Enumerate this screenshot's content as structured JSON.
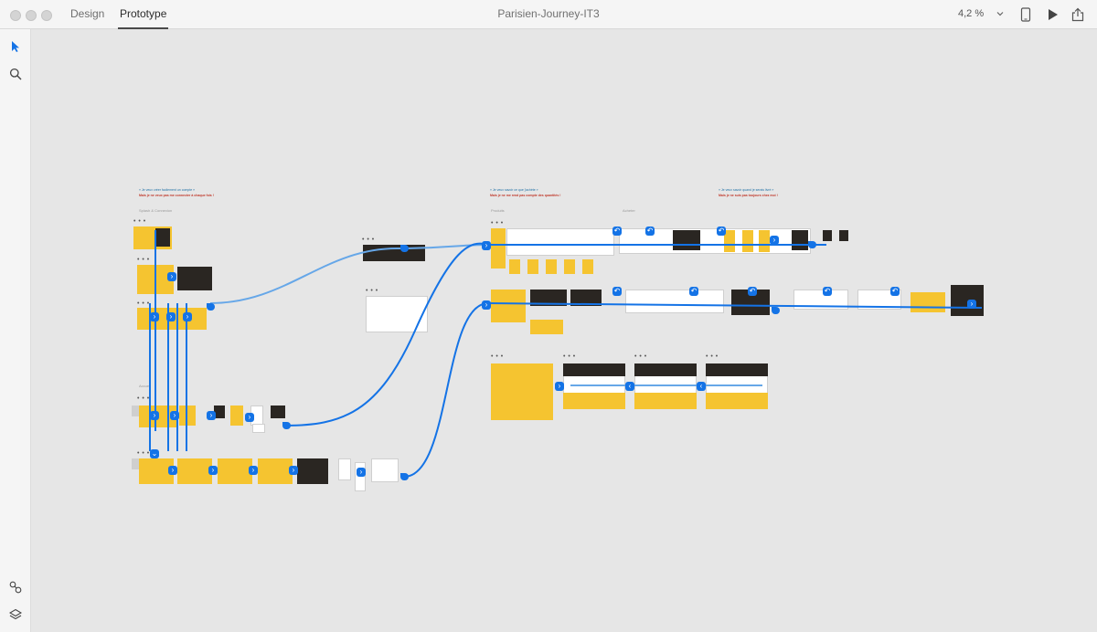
{
  "window": {
    "title": "Parisien-Journey-IT3",
    "tabs": [
      {
        "label": "Design",
        "active": false
      },
      {
        "label": "Prototype",
        "active": true
      }
    ],
    "zoom": "4,2 %"
  },
  "toolbar": {
    "right_icons": [
      "device-preview-icon",
      "play-icon",
      "share-icon"
    ]
  },
  "left_tools": {
    "top": [
      "select-arrow-icon",
      "zoom-search-icon"
    ],
    "bottom": [
      "plugins-icon",
      "layers-icon"
    ]
  },
  "canvas": {
    "groups": [
      {
        "label": "Splash & Connexion"
      },
      {
        "label": "Accueil"
      },
      {
        "label": "Produits"
      },
      {
        "label": "Acheter"
      }
    ],
    "notes": [
      {
        "quote": "« Je veux créer facilement un compte »",
        "pain": "Mais je ne veux pas me connecter à chaque fois !"
      },
      {
        "quote": "« Je veux savoir ce que j'achète »",
        "pain": "Mais je ne me rend pas compte des quantités !"
      },
      {
        "quote": "« Je veux savoir quand je serais livré »",
        "pain": "Mais je ne suis pas toujours chez moi !"
      }
    ]
  },
  "colors": {
    "artboard_yellow": "#f5c430",
    "wire_blue": "#1473e6",
    "wire_light": "#66a7e8",
    "canvas_bg": "#e6e6e6"
  }
}
